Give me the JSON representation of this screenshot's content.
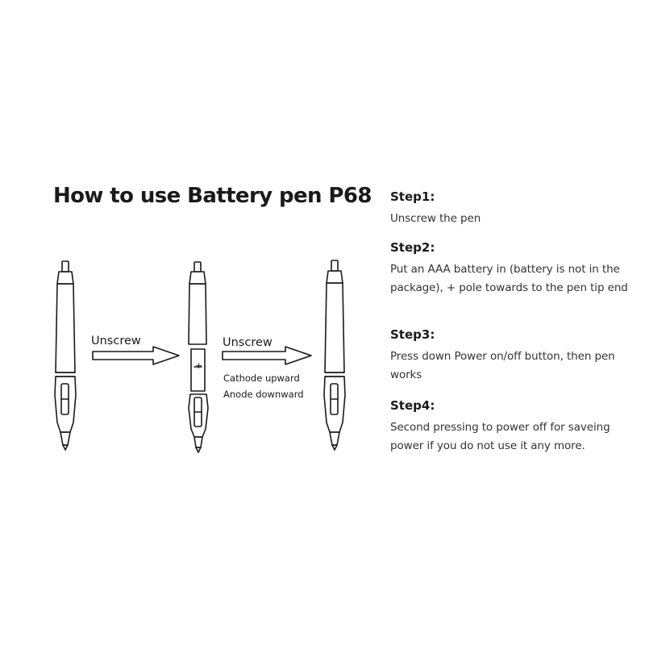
{
  "title": "How to use Battery pen P68",
  "diagram": {
    "arrow1_label": "Unscrew",
    "arrow2_label": "Unscrew",
    "battery_note_1": "Cathode upward",
    "battery_note_2": "Anode downward",
    "battery_symbol": "+",
    "line_color": "#1a1a1a"
  },
  "steps": [
    {
      "heading": "Step1:",
      "text": "Unscrew the pen"
    },
    {
      "heading": "Step2:",
      "text": "Put an AAA battery in (battery is not in the package), + pole towards to the pen tip end"
    },
    {
      "heading": "Step3:",
      "text": "Press down Power on/off button, then pen works"
    },
    {
      "heading": "Step4:",
      "text": "Second pressing to power off for saveing power if you do not use it any more."
    }
  ]
}
